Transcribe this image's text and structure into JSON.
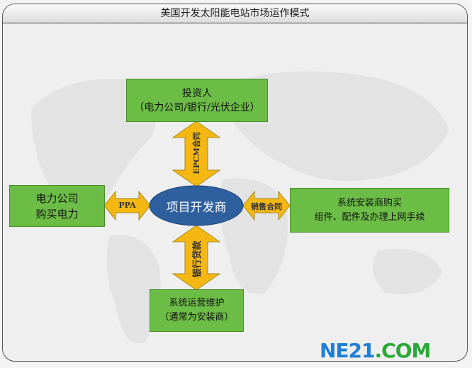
{
  "title": "美国开发太阳能电站市场运作模式",
  "center": "项目开发商",
  "investor": {
    "line1": "投资人",
    "line2": "（电力公司/银行/光伏企业）"
  },
  "utility": {
    "line1": "电力公司",
    "line2": "购买电力"
  },
  "installer": {
    "line1": "系统安装商购买",
    "line2": "组件、配件及办理上网手续"
  },
  "operator": {
    "line1": "系统运营维护",
    "line2": "（通常为安装商）"
  },
  "arrows": {
    "top": "EPCM合同",
    "left": "PPA",
    "right": "销售合同",
    "bottom": "银行贷款"
  },
  "logo": {
    "part1": "NE21",
    "part2": ".COM"
  },
  "colors": {
    "box": "#6cbd45",
    "arrow": "#f5b712",
    "ellipse": "#2e5f9e"
  }
}
